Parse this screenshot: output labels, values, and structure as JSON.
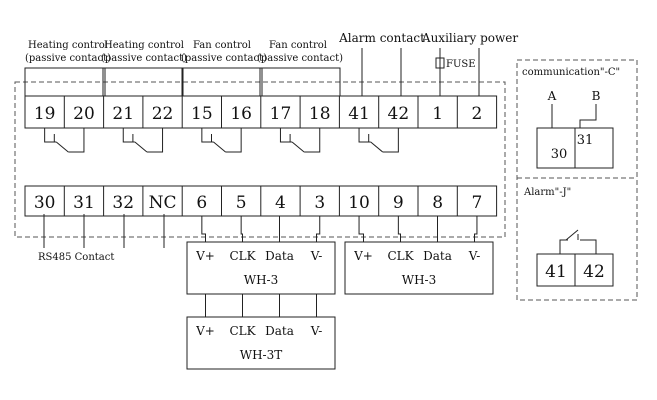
{
  "header_labels": [
    {
      "id": "heat1",
      "line1": "Heating control",
      "line2": "(passive contact)"
    },
    {
      "id": "heat2",
      "line1": "Heating control",
      "line2": "(passive contact)"
    },
    {
      "id": "fan1",
      "line1": "Fan control",
      "line2": "(passive contact)"
    },
    {
      "id": "fan2",
      "line1": "Fan control",
      "line2": "(passive contact)"
    },
    {
      "id": "alarm",
      "line1": "Alarm contact",
      "line2": ""
    },
    {
      "id": "aux",
      "line1": "Auxiliary power",
      "line2": ""
    }
  ],
  "fuse_label": "FUSE",
  "top_row": [
    "19",
    "20",
    "21",
    "22",
    "15",
    "16",
    "17",
    "18",
    "41",
    "42",
    "1",
    "2"
  ],
  "bottom_row": [
    "30",
    "31",
    "32",
    "NC",
    "6",
    "5",
    "4",
    "3",
    "10",
    "9",
    "8",
    "7"
  ],
  "rs485_label": "RS485 Contact",
  "modules": [
    {
      "id": "wh3-left",
      "signals": [
        "V+",
        "CLK",
        "Data",
        "V-"
      ],
      "name": "WH-3"
    },
    {
      "id": "wh3-right",
      "signals": [
        "V+",
        "CLK",
        "Data",
        "V-"
      ],
      "name": "WH-3"
    },
    {
      "id": "wh3t",
      "signals": [
        "V+",
        "CLK",
        "Data",
        "V-"
      ],
      "name": "WH-3T"
    }
  ],
  "comm_panel": {
    "title": "communication\"-C\"",
    "label_a": "A",
    "label_b": "B",
    "terminals": [
      "30",
      "31"
    ]
  },
  "alarm_panel": {
    "title": "Alarm\"-J\"",
    "terminals": [
      "41",
      "42"
    ]
  }
}
